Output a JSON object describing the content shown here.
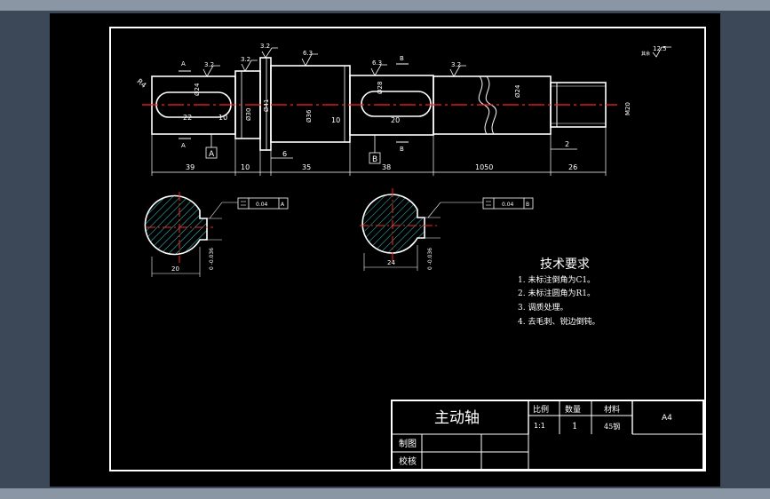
{
  "drawing": {
    "title": "主动轴",
    "sheet_size": "A4",
    "surface_finish_general": "12.5",
    "surface_finish_note": "其余",
    "tech_requirements": {
      "heading": "技术要求",
      "items": [
        "1. 未标注倒角为C1。",
        "2. 未标注圆角为R1。",
        "3. 调质处理。",
        "4. 去毛刺、锐边倒钝。"
      ]
    },
    "title_block": {
      "scale_label": "比例",
      "scale_value": "1:1",
      "qty_label": "数量",
      "qty_value": "1",
      "material_label": "材料",
      "material_value": "45钢",
      "drawn_label": "制图",
      "checked_label": "校核"
    },
    "dimensions": {
      "lengths": [
        "39",
        "10",
        "6",
        "35",
        "38",
        "1050",
        "26"
      ],
      "chamfer_right": "2",
      "keyway_left": [
        "22",
        "10"
      ],
      "keyway_right": [
        "20",
        "10"
      ],
      "diameters": [
        "Ø24",
        "Ø30",
        "Ø41",
        "Ø36",
        "Ø28",
        "Ø24",
        "M20"
      ],
      "roughness": [
        "3.2",
        "3.2",
        "3.2",
        "6.3",
        "6.3",
        "3.2"
      ],
      "chamfer_left": "R4",
      "section_marks": [
        "A",
        "A",
        "B",
        "B"
      ],
      "datum_labels": [
        "A",
        "B"
      ],
      "section_left": {
        "width": "20",
        "tolerance": "0\n-0.036",
        "frame_value": "0.04",
        "frame_datum": "A"
      },
      "section_right": {
        "width": "24",
        "tolerance": "0\n-0.036",
        "frame_value": "0.04",
        "frame_datum": "B"
      }
    }
  }
}
